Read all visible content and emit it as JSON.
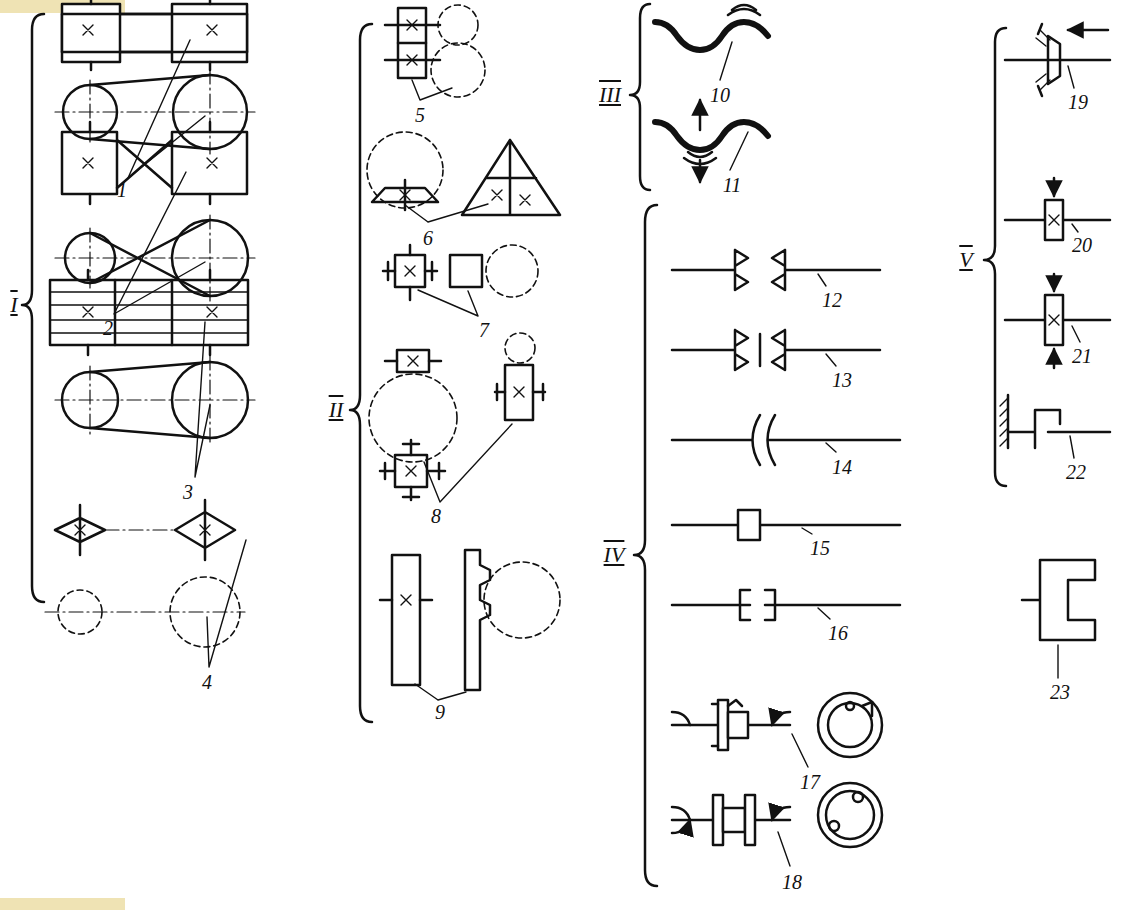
{
  "diagram": {
    "labels": [
      "I",
      "1",
      "2",
      "3",
      "4",
      "II",
      "5",
      "6",
      "7",
      "8",
      "9",
      "III",
      "10",
      "11",
      "IV",
      "12",
      "13",
      "14",
      "15",
      "16",
      "17",
      "18",
      "V",
      "19",
      "20",
      "21",
      "22",
      "23"
    ]
  }
}
